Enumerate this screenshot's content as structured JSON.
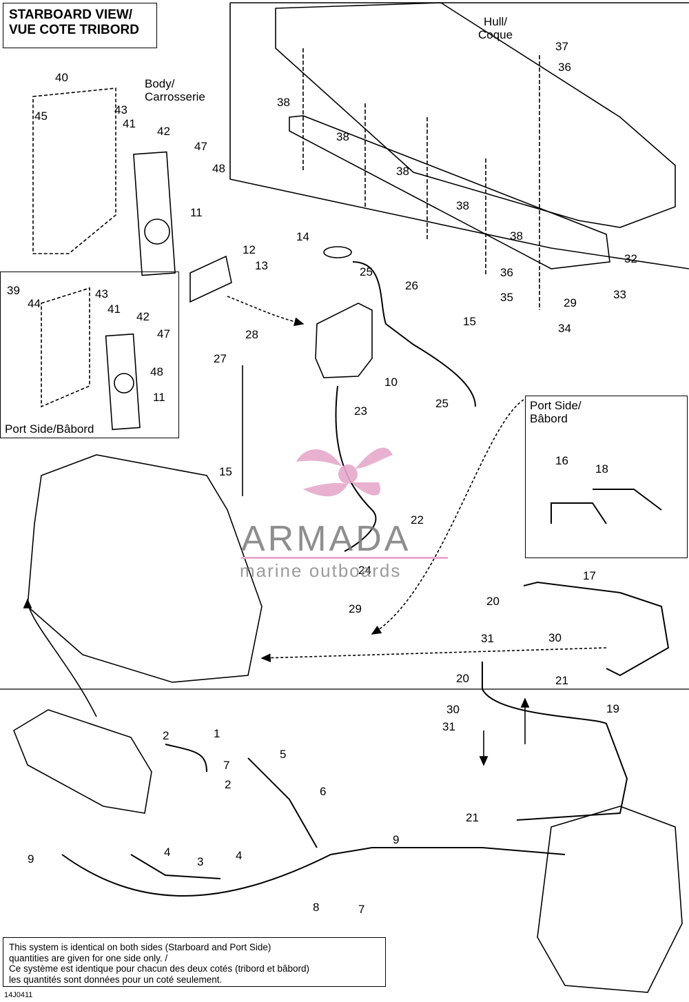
{
  "title": {
    "line1": "STARBOARD VIEW/",
    "line2": "VUE COTE TRIBORD"
  },
  "labels": {
    "hull": "Hull/\nCoque",
    "body": "Body/\nCarrosserie"
  },
  "port_side_box_label": "Port Side/Bâbord",
  "inset_label": "Port Side/\nBâbord",
  "watermark": {
    "brand": "ARMADA",
    "tagline": "marine outboards",
    "color": "#e7a9cc"
  },
  "note": [
    "This system is identical on both sides (Starboard and Port Side)",
    "quantities are given for one side only. /",
    "Ce système est identique pour chacun des deux cotés (tribord et bâbord)",
    "les quantités sont données pour un coté seulement."
  ],
  "diagram_code": "14J0411",
  "callouts": [
    {
      "text": "40"
    },
    {
      "text": "45"
    },
    {
      "text": "43"
    },
    {
      "text": "41"
    },
    {
      "text": "42"
    },
    {
      "text": "47"
    },
    {
      "text": "48"
    },
    {
      "text": "11"
    },
    {
      "text": "12"
    },
    {
      "text": "13"
    },
    {
      "text": "14"
    },
    {
      "text": "25"
    },
    {
      "text": "26"
    },
    {
      "text": "15"
    },
    {
      "text": "28"
    },
    {
      "text": "27"
    },
    {
      "text": "10"
    },
    {
      "text": "23"
    },
    {
      "text": "25"
    },
    {
      "text": "15"
    },
    {
      "text": "22"
    },
    {
      "text": "24"
    },
    {
      "text": "37"
    },
    {
      "text": "36"
    },
    {
      "text": "38"
    },
    {
      "text": "38"
    },
    {
      "text": "38"
    },
    {
      "text": "38"
    },
    {
      "text": "38"
    },
    {
      "text": "36"
    },
    {
      "text": "35"
    },
    {
      "text": "34"
    },
    {
      "text": "29"
    },
    {
      "text": "32"
    },
    {
      "text": "33"
    },
    {
      "text": "39"
    },
    {
      "text": "44"
    },
    {
      "text": "43"
    },
    {
      "text": "41"
    },
    {
      "text": "42"
    },
    {
      "text": "47"
    },
    {
      "text": "48"
    },
    {
      "text": "11"
    },
    {
      "text": "16"
    },
    {
      "text": "18"
    },
    {
      "text": "17"
    },
    {
      "text": "20"
    },
    {
      "text": "31"
    },
    {
      "text": "30"
    },
    {
      "text": "29"
    },
    {
      "text": "21"
    },
    {
      "text": "20"
    },
    {
      "text": "30"
    },
    {
      "text": "31"
    },
    {
      "text": "19"
    },
    {
      "text": "21"
    },
    {
      "text": "1"
    },
    {
      "text": "2"
    },
    {
      "text": "7"
    },
    {
      "text": "2"
    },
    {
      "text": "5"
    },
    {
      "text": "6"
    },
    {
      "text": "9"
    },
    {
      "text": "4"
    },
    {
      "text": "3"
    },
    {
      "text": "4"
    },
    {
      "text": "8"
    },
    {
      "text": "7"
    },
    {
      "text": "9"
    }
  ]
}
